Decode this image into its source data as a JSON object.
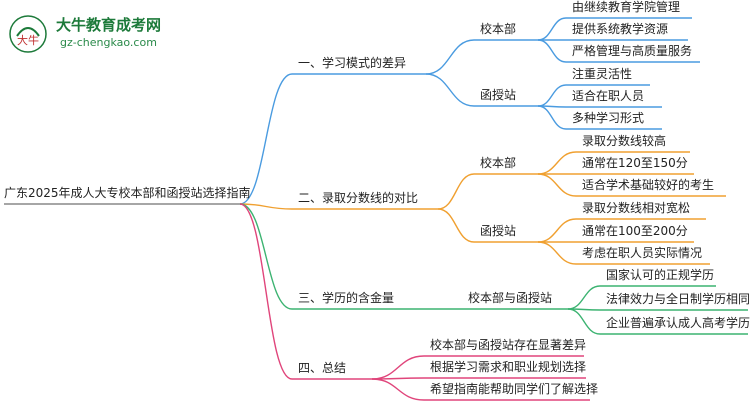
{
  "logo": {
    "mark_text": "大牛",
    "title": "大牛教育成考网",
    "url": "gz-chengkao.com"
  },
  "root": "广东2025年成人大专校本部和函授站选择指南",
  "colors": {
    "branch1": "#4a9be0",
    "branch2": "#f0a030",
    "branch3": "#3cb371",
    "branch4": "#e0457b"
  },
  "branches": [
    {
      "label": "一、学习模式的差异",
      "subs": [
        {
          "label": "校本部",
          "leaves": [
            "由继续教育学院管理",
            "提供系统教学资源",
            "严格管理与高质量服务"
          ]
        },
        {
          "label": "函授站",
          "leaves": [
            "注重灵活性",
            "适合在职人员",
            "多种学习形式"
          ]
        }
      ]
    },
    {
      "label": "二、录取分数线的对比",
      "subs": [
        {
          "label": "校本部",
          "leaves": [
            "录取分数线较高",
            "通常在120至150分",
            "适合学术基础较好的考生"
          ]
        },
        {
          "label": "函授站",
          "leaves": [
            "录取分数线相对宽松",
            "通常在100至200分",
            "考虑在职人员实际情况"
          ]
        }
      ]
    },
    {
      "label": "三、学历的含金量",
      "subs": [
        {
          "label": "校本部与函授站",
          "leaves": [
            "国家认可的正规学历",
            "法律效力与全日制学历相同",
            "企业普遍承认成人高考学历"
          ]
        }
      ]
    },
    {
      "label": "四、总结",
      "subs": [],
      "leaves": [
        "校本部与函授站存在显著差异",
        "根据学习需求和职业规划选择",
        "希望指南能帮助同学们了解选择"
      ]
    }
  ]
}
